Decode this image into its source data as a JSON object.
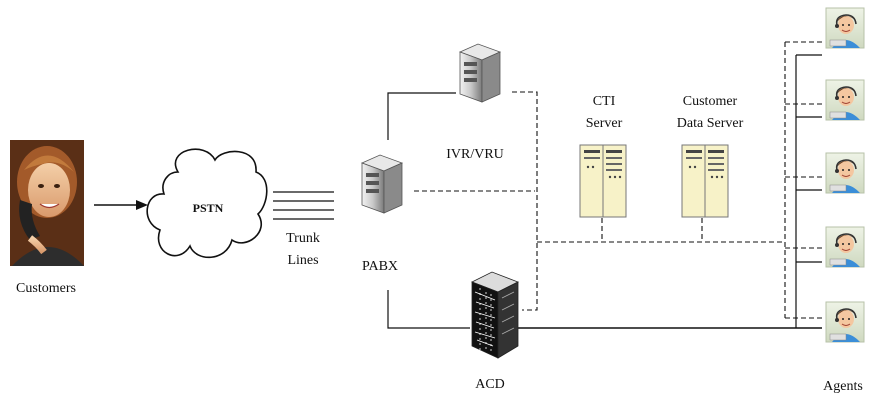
{
  "labels": {
    "customers": "Customers",
    "pstn": "PSTN",
    "trunk_line1": "Trunk",
    "trunk_line2": "Lines",
    "pabx": "PABX",
    "ivr": "IVR/VRU",
    "cti_line1": "CTI",
    "cti_line2": "Server",
    "cust_data_line1": "Customer",
    "cust_data_line2": "Data Server",
    "acd": "ACD",
    "agents": "Agents"
  },
  "icons": {
    "customer": "customer-photo-icon",
    "pbx": "server-tower-icon",
    "ivr": "server-tower-icon",
    "acd": "acd-switch-icon",
    "cti": "rack-server-icon",
    "cust_data": "rack-server-icon",
    "agent": "agent-avatar-icon"
  },
  "colors": {
    "line": "#111111",
    "server_fill": "#f7f2c8",
    "agent_shirt": "#3b8ed8"
  }
}
